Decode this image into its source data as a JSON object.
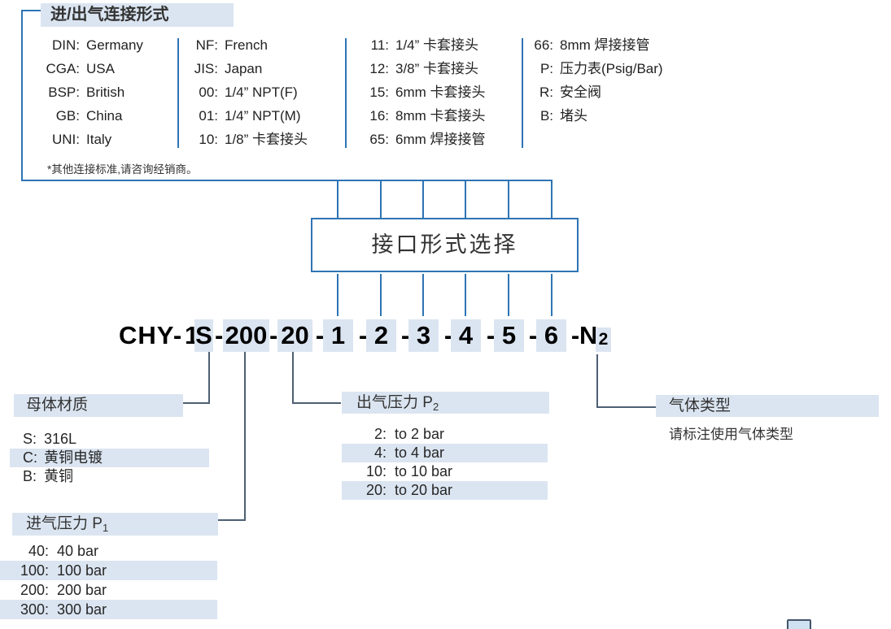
{
  "connection_legend": {
    "title": "进/出气连接形式",
    "footnote": "*其他连接标准,请咨询经销商。",
    "columns": [
      {
        "items": [
          {
            "code": "DIN:",
            "desc": "Germany"
          },
          {
            "code": "CGA:",
            "desc": "USA"
          },
          {
            "code": "BSP:",
            "desc": "British"
          },
          {
            "code": "GB:",
            "desc": "China"
          },
          {
            "code": "UNI:",
            "desc": "Italy"
          }
        ]
      },
      {
        "items": [
          {
            "code": "NF:",
            "desc": "French"
          },
          {
            "code": "JIS:",
            "desc": "Japan"
          },
          {
            "code": "00:",
            "desc": "1/4”  NPT(F)"
          },
          {
            "code": "01:",
            "desc": "1/4”  NPT(M)"
          },
          {
            "code": "10:",
            "desc": "1/8”  卡套接头"
          }
        ]
      },
      {
        "items": [
          {
            "code": "11:",
            "desc": "1/4”  卡套接头"
          },
          {
            "code": "12:",
            "desc": "3/8”  卡套接头"
          },
          {
            "code": "15:",
            "desc": "6mm 卡套接头"
          },
          {
            "code": "16:",
            "desc": "8mm 卡套接头"
          },
          {
            "code": "65:",
            "desc": "6mm 焊接接管"
          }
        ]
      },
      {
        "items": [
          {
            "code": "66:",
            "desc": "8mm 焊接接管"
          },
          {
            "code": "P:",
            "desc": "压力表(Psig/Bar)"
          },
          {
            "code": "R:",
            "desc": "安全阀"
          },
          {
            "code": "B:",
            "desc": "堵头"
          }
        ]
      }
    ]
  },
  "selector_box": {
    "label": "接口形式选择"
  },
  "model_code": {
    "prefix": "CHY",
    "separator": "-",
    "base_digit": "1",
    "material_code": "S",
    "inlet_code": "200",
    "outlet_code": "20",
    "port_codes": [
      "1",
      "2",
      "3",
      "4",
      "5",
      "6"
    ],
    "gas_letter": "N",
    "gas_subscript": "2"
  },
  "sections": {
    "body_material": {
      "title": "母体材质",
      "items": [
        {
          "code": "S:",
          "desc": "316L"
        },
        {
          "code": "C:",
          "desc": "黄铜电镀"
        },
        {
          "code": "B:",
          "desc": "黄铜"
        }
      ]
    },
    "inlet_pressure": {
      "title": "进气压力 P",
      "title_sub": "1",
      "items": [
        {
          "code": "40:",
          "desc": "40 bar"
        },
        {
          "code": "100:",
          "desc": "100 bar"
        },
        {
          "code": "200:",
          "desc": "200 bar"
        },
        {
          "code": "300:",
          "desc": "300 bar"
        }
      ]
    },
    "outlet_pressure": {
      "title": "出气压力 P",
      "title_sub": "2",
      "items": [
        {
          "code": "2:",
          "desc": "to 2 bar"
        },
        {
          "code": "4:",
          "desc": "to 4 bar"
        },
        {
          "code": "10:",
          "desc": "to 10 bar"
        },
        {
          "code": "20:",
          "desc": "to 20 bar"
        }
      ]
    },
    "gas_type": {
      "title": "气体类型",
      "note": "请标注使用气体类型"
    }
  },
  "colors": {
    "highlight": "#dbe5f1",
    "line_blue": "#2e74b5",
    "line_slate": "#4d5f73"
  }
}
